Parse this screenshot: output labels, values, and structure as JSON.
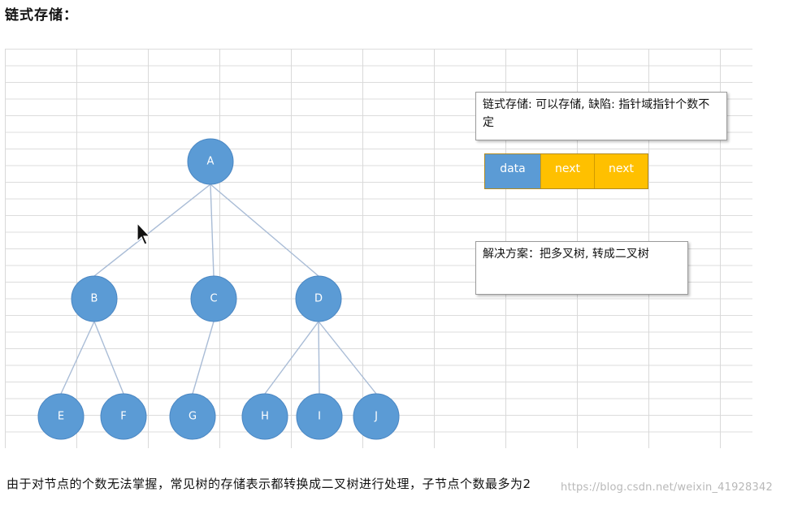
{
  "heading": "链式存储：",
  "tree": {
    "nodes": [
      {
        "id": "A",
        "label": "A"
      },
      {
        "id": "B",
        "label": "B"
      },
      {
        "id": "C",
        "label": "C"
      },
      {
        "id": "D",
        "label": "D"
      },
      {
        "id": "E",
        "label": "E"
      },
      {
        "id": "F",
        "label": "F"
      },
      {
        "id": "G",
        "label": "G"
      },
      {
        "id": "H",
        "label": "H"
      },
      {
        "id": "I",
        "label": "I"
      },
      {
        "id": "J",
        "label": "J"
      }
    ],
    "edges": [
      [
        "A",
        "B"
      ],
      [
        "A",
        "C"
      ],
      [
        "A",
        "D"
      ],
      [
        "B",
        "E"
      ],
      [
        "B",
        "F"
      ],
      [
        "C",
        "G"
      ],
      [
        "D",
        "H"
      ],
      [
        "D",
        "I"
      ],
      [
        "D",
        "J"
      ]
    ],
    "node_color": "#5b9bd5",
    "edge_color": "#a9bcd6"
  },
  "note1": "链式存储: 可以存储, 缺陷: 指针域指针个数不定",
  "structure": {
    "data_label": "data",
    "next1_label": "next",
    "next2_label": "next",
    "data_color": "#5b9bd5",
    "next_color": "#ffc000"
  },
  "note2": "解决方案：把多叉树, 转成二叉树",
  "caption": "由于对节点的个数无法掌握，常见树的存储表示都转换成二叉树进行处理，子节点个数最多为2",
  "watermark": "https://blog.csdn.net/weixin_41928342"
}
